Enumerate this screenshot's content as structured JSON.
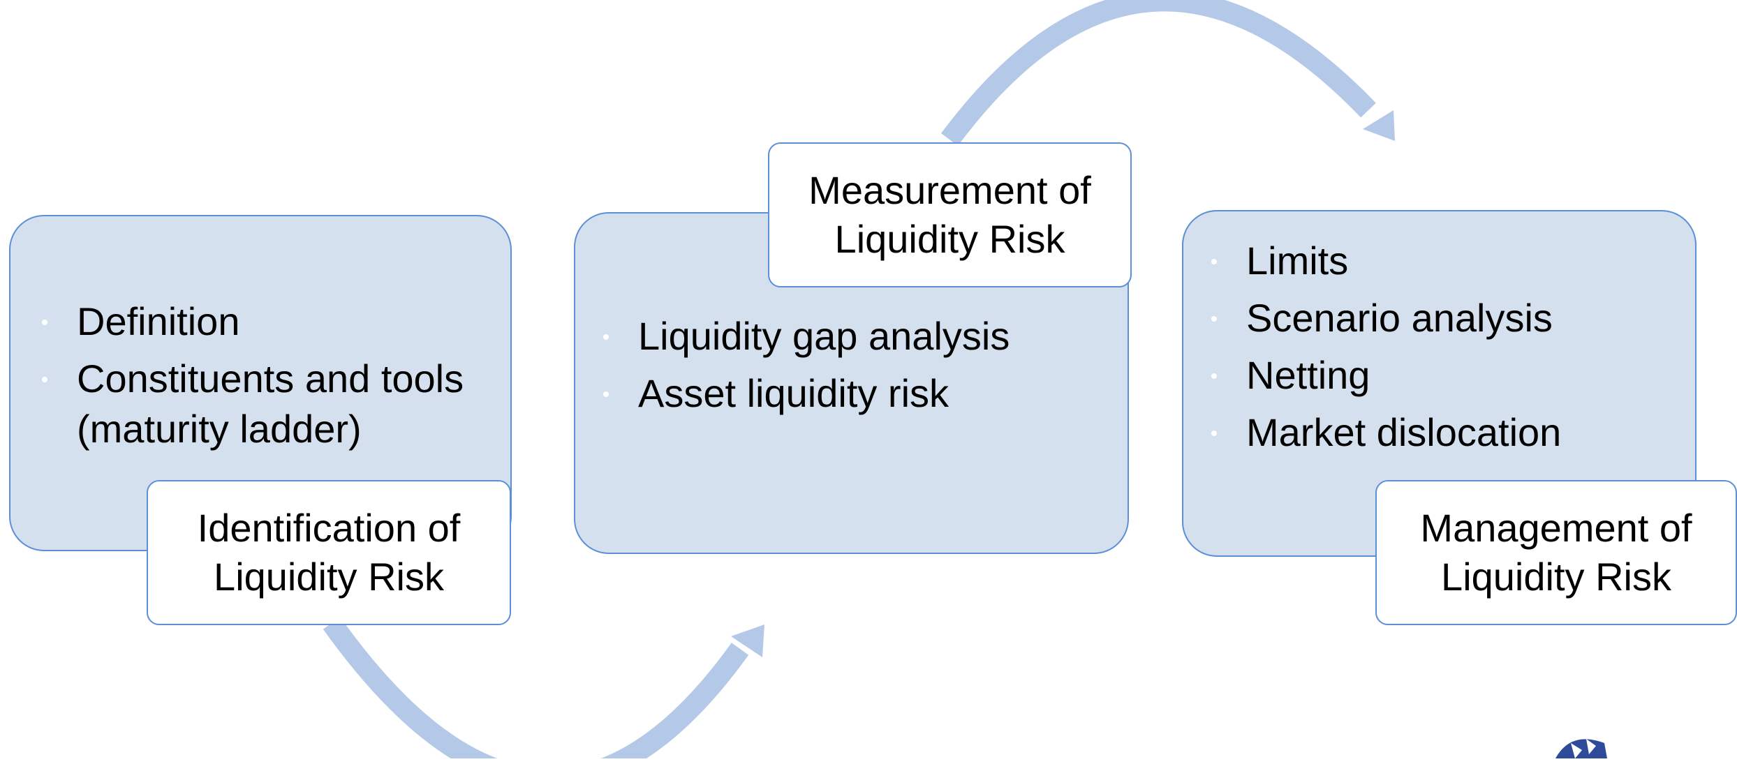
{
  "colors": {
    "panel_fill": "#d5e0ef",
    "panel_border": "#5b8fd6",
    "arrow": "#b4c9e8",
    "label_fill": "#ffffff",
    "bullet_dot": "#ffffff",
    "logo_blue": "#2d4b9a"
  },
  "stages": [
    {
      "label": "Identification of Liquidity Risk",
      "bullets": [
        "Definition",
        "Constituents and tools (maturity ladder)"
      ]
    },
    {
      "label": "Measurement of Liquidity Risk",
      "bullets": [
        "Liquidity gap analysis",
        "Asset liquidity risk"
      ]
    },
    {
      "label": "Management of Liquidity Risk",
      "bullets": [
        "Limits",
        "Scenario analysis",
        "Netting",
        "Market dislocation"
      ]
    }
  ],
  "icons": {
    "flow_arrow": "curved-arrow-icon",
    "logo": "globe-logo-icon"
  }
}
